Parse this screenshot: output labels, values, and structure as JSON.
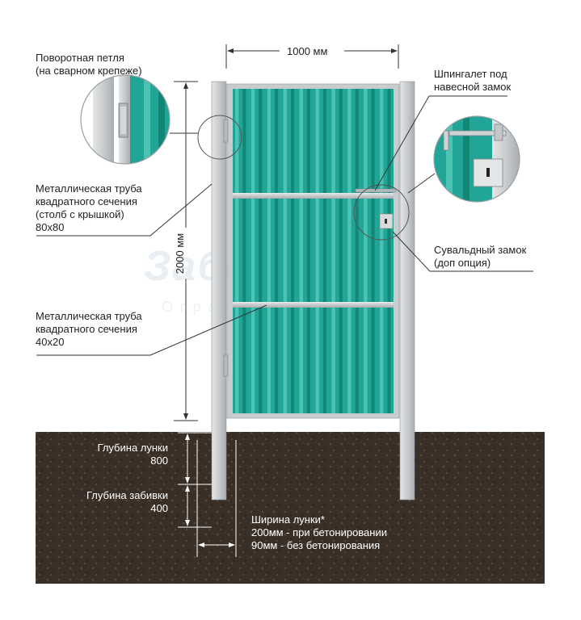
{
  "dimensions": {
    "width_label": "1000 мм",
    "height_label": "2000 мм"
  },
  "labels": {
    "hinge": "Поворотная петля\n(на сварном крепеже)",
    "post": "Металлическая труба\nквадратного сечения\n(столб с крышкой)\n80х80",
    "frame": "Металлическая труба\nквадратного сечения\n40х20",
    "latch": "Шпингалет под\nнавесной замок",
    "lock": "Сувальдный замок\n(доп опция)",
    "pit_depth": "Глубина лунки\n800",
    "drive_depth": "Глубина забивки\n400",
    "pit_width": "Ширина лунки*\n200мм - при бетонировании\n90мм - без бетонирования"
  },
  "watermark": {
    "main": "Заборы",
    "sub": "Ограждения.com"
  },
  "colors": {
    "sheet": "#21a596",
    "sheet_dark": "#128776",
    "sheet_light": "#4cc3b3",
    "metal": "#c9ccce",
    "metal_dark": "#9a9ea1",
    "soil": "#3a2f27",
    "line": "#333333"
  }
}
